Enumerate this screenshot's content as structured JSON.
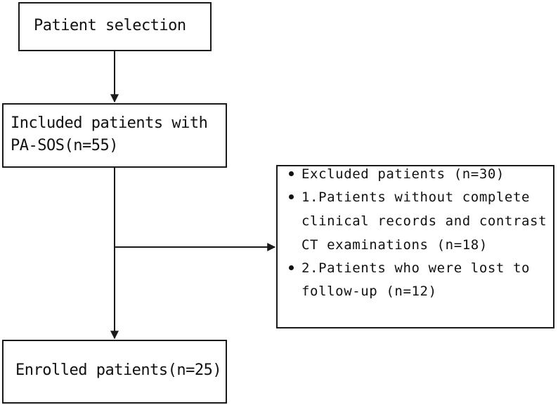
{
  "nodes": {
    "selection": {
      "label": "Patient selection"
    },
    "included": {
      "line1": "Included patients with",
      "line2": "PA-SOS(n=55)"
    },
    "excluded": {
      "items": [
        {
          "lines": [
            "Excluded patients (n=30)"
          ]
        },
        {
          "lines": [
            "1.Patients without complete",
            "clinical records and contrast",
            "CT examinations (n=18)"
          ]
        },
        {
          "lines": [
            "2.Patients who were lost to",
            "follow-up (n=12)"
          ]
        }
      ]
    },
    "enrolled": {
      "label": "Enrolled patients(n=25)"
    }
  },
  "edges": [
    {
      "from": "selection",
      "to": "included"
    },
    {
      "from": "included",
      "to": "excluded"
    },
    {
      "from": "included",
      "to": "enrolled"
    }
  ],
  "colors": {
    "stroke": "#1a1a1a",
    "text": "#111111",
    "background": "#ffffff"
  }
}
